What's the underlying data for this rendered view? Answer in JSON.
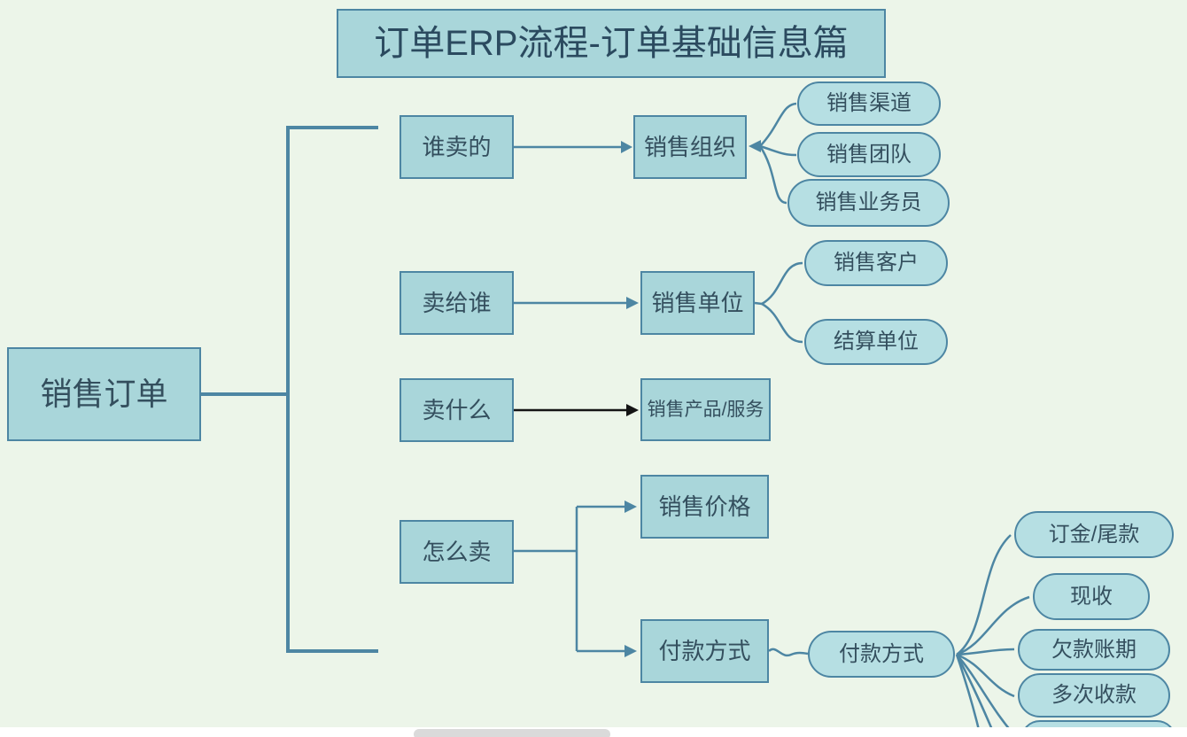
{
  "title": "订单ERP流程-订单基础信息篇",
  "root": {
    "label": "销售订单"
  },
  "branches": [
    {
      "question": "谁卖的",
      "target": "销售组织",
      "children": [
        "销售渠道",
        "销售团队",
        "销售业务员"
      ]
    },
    {
      "question": "卖给谁",
      "target": "销售单位",
      "children": [
        "销售客户",
        "结算单位"
      ]
    },
    {
      "question": "卖什么",
      "target": "销售产品/服务",
      "children": []
    },
    {
      "question": "怎么卖",
      "targets": [
        "销售价格",
        "付款方式"
      ]
    }
  ],
  "payment": {
    "hub": "付款方式",
    "methods": [
      "订金/尾款",
      "现收",
      "欠款账期",
      "多次收款"
    ]
  },
  "colors": {
    "background": "#ecf5e9",
    "box_fill": "#a9d6da",
    "pill_fill": "#b6dfe3",
    "stroke": "#4d86a3",
    "text": "#344f5e",
    "black_arrow": "#141414",
    "bottom_strip": "#ffffff",
    "scrollbar": "#dadada"
  }
}
